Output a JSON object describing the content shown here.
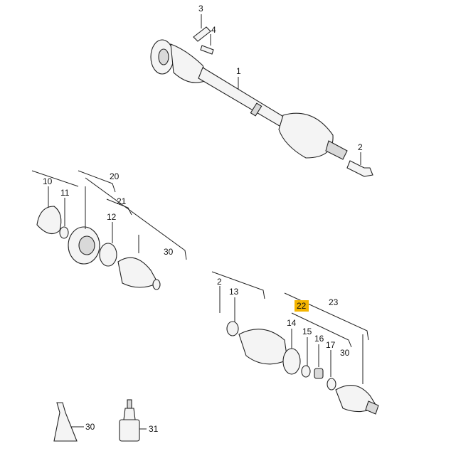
{
  "diagram": {
    "highlight_color": "#f4b400",
    "callouts": [
      {
        "id": "c1",
        "text": "1"
      },
      {
        "id": "c2a",
        "text": "2"
      },
      {
        "id": "c3",
        "text": "3"
      },
      {
        "id": "c4",
        "text": "4"
      },
      {
        "id": "c20",
        "text": "20"
      },
      {
        "id": "c10",
        "text": "10"
      },
      {
        "id": "c11",
        "text": "11"
      },
      {
        "id": "c21",
        "text": "21"
      },
      {
        "id": "c12",
        "text": "12"
      },
      {
        "id": "c30a",
        "text": "30"
      },
      {
        "id": "c2b",
        "text": "2"
      },
      {
        "id": "c13",
        "text": "13"
      },
      {
        "id": "c22",
        "text": "22"
      },
      {
        "id": "c23",
        "text": "23"
      },
      {
        "id": "c14",
        "text": "14"
      },
      {
        "id": "c15",
        "text": "15"
      },
      {
        "id": "c16",
        "text": "16"
      },
      {
        "id": "c17",
        "text": "17"
      },
      {
        "id": "c30b",
        "text": "30"
      },
      {
        "id": "c30c",
        "text": "30"
      },
      {
        "id": "c31",
        "text": "31"
      }
    ]
  }
}
